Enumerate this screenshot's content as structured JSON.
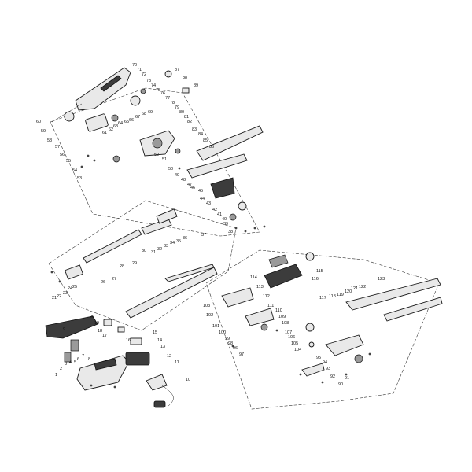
{
  "labels": {
    "l1": "1",
    "l2": "2",
    "l3": "3",
    "l4": "4",
    "l5": "5",
    "l6": "6",
    "l7": "7",
    "l8": "8",
    "l9": "9",
    "l10": "10",
    "l11": "11",
    "l12": "12",
    "l13": "13",
    "l14": "14",
    "l15": "15",
    "l16": "16",
    "l17": "17",
    "l18": "18",
    "l19": "19",
    "l20": "20",
    "l21": "21",
    "l22": "22",
    "l23": "23",
    "l24": "24",
    "l25": "25",
    "l26": "26",
    "l27": "27",
    "l28": "28",
    "l29": "29",
    "l30": "30",
    "l31": "31",
    "l32": "32",
    "l33": "33",
    "l34": "34",
    "l35": "35",
    "l36": "36",
    "l37": "37",
    "l38": "38",
    "l39": "39",
    "l40": "40",
    "l41": "41",
    "l42": "42",
    "l43": "43",
    "l44": "44",
    "l45": "45",
    "l46": "46",
    "l47": "47",
    "l48": "48",
    "l49": "49",
    "l50": "50",
    "l51": "51",
    "l52": "52",
    "l53": "53",
    "l54": "54",
    "l55": "55",
    "l56": "56",
    "l57": "57",
    "l58": "58",
    "l59": "59",
    "l60": "60",
    "l61": "61",
    "l62": "62",
    "l63": "63",
    "l64": "64",
    "l65": "65",
    "l66": "66",
    "l67": "67",
    "l68": "68",
    "l69": "69",
    "l70": "70",
    "l71": "71",
    "l72": "72",
    "l73": "73",
    "l74": "74",
    "l75": "75",
    "l76": "76",
    "l77": "77",
    "l78": "78",
    "l79": "79",
    "l80": "80",
    "l81": "81",
    "l82": "82",
    "l83": "83",
    "l84": "84",
    "l85": "85",
    "l86": "86",
    "l87": "87",
    "l88": "88",
    "l89": "89",
    "l90": "90",
    "l91": "91",
    "l92": "92",
    "l93": "93",
    "l94": "94",
    "l95": "95",
    "l96": "96",
    "l97": "97",
    "l98": "98",
    "l99": "99",
    "l100": "100",
    "l101": "101",
    "l102": "102",
    "l103": "103",
    "l104": "104",
    "l105": "105",
    "l106": "106",
    "l107": "107",
    "l108": "108",
    "l109": "109",
    "l110": "110",
    "l111": "111",
    "l112": "112",
    "l113": "113",
    "l114": "114",
    "l115": "115",
    "l116": "116",
    "l117": "117",
    "l118": "118",
    "l119": "119",
    "l120": "120",
    "l121": "121",
    "l122": "122",
    "l123": "123"
  }
}
